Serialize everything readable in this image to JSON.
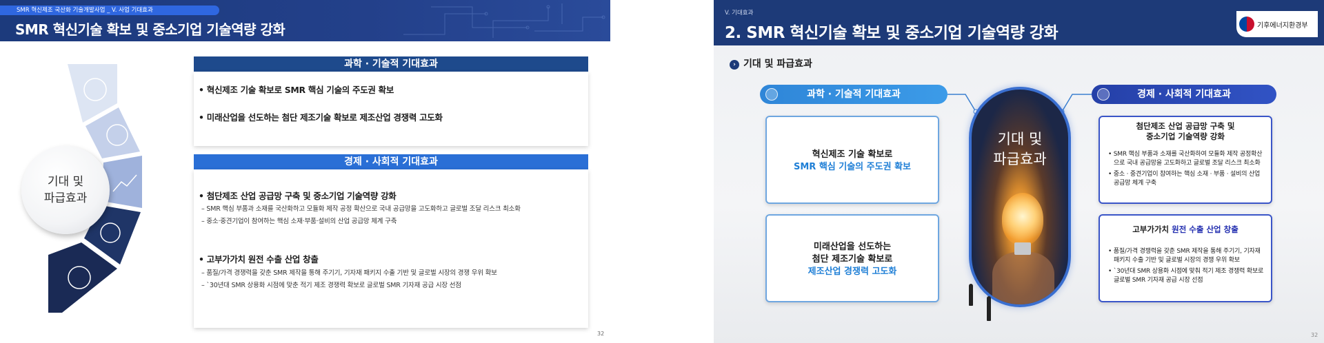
{
  "left_slide": {
    "breadcrumb": "SMR 혁신제조 국산화 기술개발사업 _ V. 사업 기대효과",
    "title": "SMR 혁신기술 확보 및 중소기업 기술역량 강화",
    "center_label_line1": "기대 및",
    "center_label_line2": "파급효과",
    "science_box": {
      "header": "과학 · 기술적 기대효과",
      "bullets": [
        "• 혁신제조 기술 확보로 SMR 핵심 기술의 주도권 확보",
        "• 미래산업을 선도하는 첨단 제조기술 확보로 제조산업 경쟁력 고도화"
      ]
    },
    "economy_box": {
      "header": "경제 · 사회적 기대효과",
      "item1": {
        "title": "• 첨단제조 산업 공급망 구축 및 중소기업 기술역량 강화",
        "subs": [
          "– SMR 핵심 부품과 소재를 국산화하고 모듈화 제작 공정 확산으로 국내 공급망을 고도화하고 글로벌 조달 리스크 최소화",
          "– 중소·중견기업이 참여하는 핵심 소재·부품·설비의 산업 공급망 체계 구축"
        ]
      },
      "item2": {
        "title": "• 고부가가치 원전 수출 산업 창출",
        "subs": [
          "– 품질/가격 경쟁력을 갖춘 SMR 제작을 통해 주기기, 기자재 패키지 수출 기반 및 글로벌 시장의 경쟁 우위 확보",
          "– `30년대 SMR 상용화 시점에 맞춘 적기 제조 경쟁력 확보로 글로벌 SMR 기자재 공급 시장 선점"
        ]
      }
    },
    "page_number": "32",
    "colors": {
      "header": "#1c3a7c",
      "science_head": "#1e4a8c",
      "economy_head": "#2a6fd6"
    }
  },
  "right_slide": {
    "breadcrumb": "V. 기대효과",
    "title": "2. SMR 혁신기술 확보 및 중소기업 기술역량 강화",
    "logo_text": "기후에너지환경부",
    "section_title": "기대 및 파급효과",
    "section_icon": "chevron-right-icon",
    "left_pill": "과학 · 기술적 기대효과",
    "right_pill": "경제 · 사회적 기대효과",
    "center_label_line1": "기대 및",
    "center_label_line2": "파급효과",
    "card1": {
      "line1": "혁신제조 기술 확보로",
      "line2": "SMR 핵심 기술의 주도권 확보"
    },
    "card2": {
      "line1": "미래산업을 선도하는",
      "line2": "첨단 제조기술 확보로",
      "line3": "제조산업 경쟁력 고도화"
    },
    "card3": {
      "title1": "첨단제조 산업 공급망 구축 및",
      "title2": "중소기업 기술역량 강화",
      "bullets": [
        "• SMR 핵심 부품과 소재를 국산화하여 모듈화 제작 공정확산으로 국내 공급망을 고도화하고 글로벌 조달 리스크 최소화",
        "• 중소 · 중견기업이 참여하는 핵심 소재 · 부품 · 설비의 산업 공급망 체계 구축"
      ]
    },
    "card4": {
      "title_plain": "고부가가치 ",
      "title_accent": "원전 수출 산업 창출",
      "bullets": [
        "• 품질/가격 경쟁력을 갖춘 SMR 제작을 통해 주기기, 기자재 패키지 수출 기반 및 글로벌 시장의 경쟁 우위 확보",
        "• `30년대 SMR 상용화 시점에 맞춰 적기 제조 경쟁력 확보로 글로벌 SMR 기자재 공급 시장 선점"
      ]
    },
    "page_number": "32"
  }
}
